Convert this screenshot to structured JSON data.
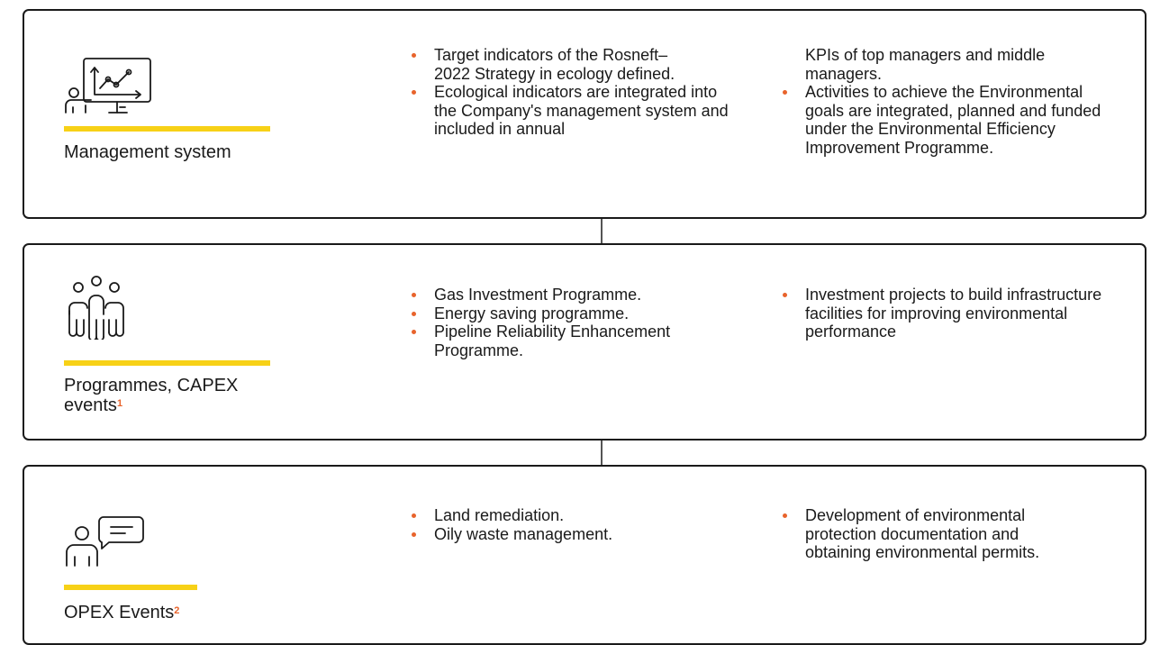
{
  "colors": {
    "accent_bar": "#f7d117",
    "bullet": "#e8632b",
    "border": "#1a1a1a"
  },
  "panels": [
    {
      "icon": "presentation-chart-icon",
      "title": "Management system",
      "footnote": "",
      "col1": [
        "Target indicators of the Rosneft–2022 Strategy in ecology defined.",
        "Ecological indicators are integrated into the Company's management system and included in annual"
      ],
      "col2_continuation": "KPIs of top managers and middle managers.",
      "col2": [
        "Activities to achieve the Environmental goals are integrated, planned and funded under the Environmental Efficiency Improvement Programme."
      ]
    },
    {
      "icon": "team-people-icon",
      "title": "Programmes, CAPEX events",
      "footnote": "1",
      "col1": [
        "Gas Investment Programme.",
        "Energy saving programme.",
        "Pipeline Reliability Enhancement Programme."
      ],
      "col2": [
        "Investment projects to build infrastructure facilities for improving environmental performance"
      ]
    },
    {
      "icon": "person-speech-icon",
      "title": "OPEX Events",
      "footnote": "2",
      "col1": [
        "Land remediation.",
        "Oily waste management."
      ],
      "col2": [
        "Development of environmental protection documentation and obtaining environmental permits."
      ]
    }
  ]
}
